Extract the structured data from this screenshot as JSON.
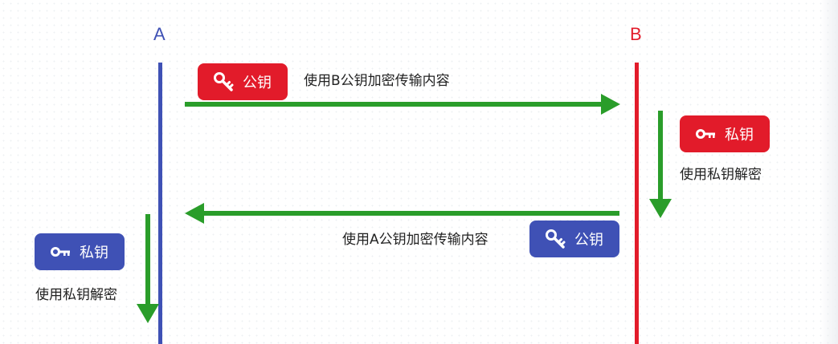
{
  "parties": {
    "a": {
      "label": "A",
      "color": "#3f51b5"
    },
    "b": {
      "label": "B",
      "color": "#e21b2a"
    }
  },
  "arrow_color": "#2a9d2a",
  "messages": [
    {
      "from": "A",
      "to": "B",
      "badge_label": "公钥",
      "badge_icon": "public-key-icon",
      "text": "使用B公钥加密传输内容"
    },
    {
      "from": "B",
      "to": "A",
      "badge_label": "公钥",
      "badge_icon": "public-key-icon",
      "text": "使用A公钥加密传输内容"
    }
  ],
  "decrypt_steps": [
    {
      "party": "B",
      "badge_label": "私钥",
      "badge_icon": "private-key-icon",
      "text": "使用私钥解密"
    },
    {
      "party": "A",
      "badge_label": "私钥",
      "badge_icon": "private-key-icon",
      "text": "使用私钥解密"
    }
  ]
}
